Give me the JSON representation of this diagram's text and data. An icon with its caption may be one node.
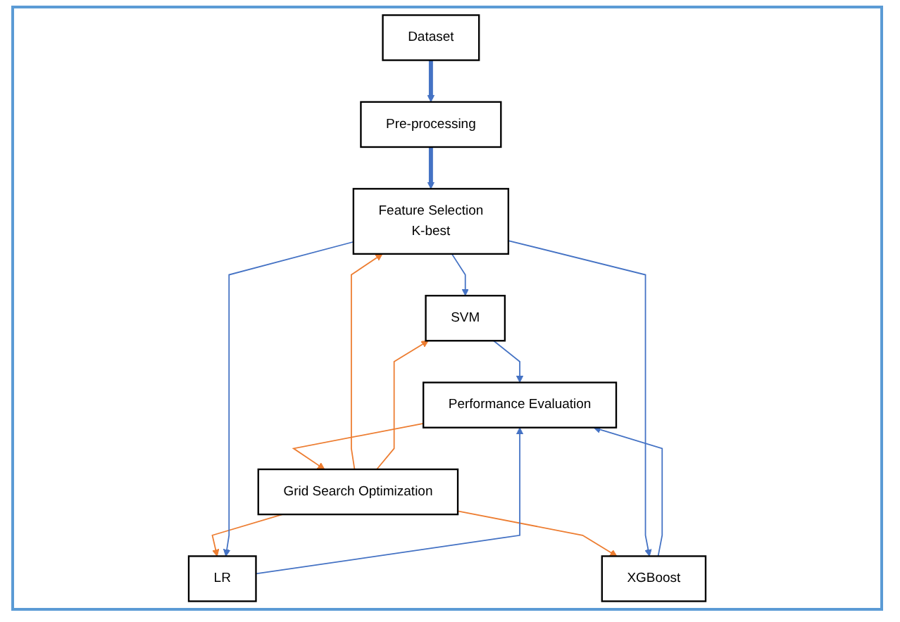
{
  "diagram": {
    "nodes": [
      {
        "text": [
          "Dataset"
        ]
      },
      {
        "text": [
          "Pre-processing"
        ]
      },
      {
        "text": [
          "Grid Search Optimization"
        ]
      },
      {
        "text": [
          "Feature Selection",
          "K-best"
        ]
      },
      {
        "text": [
          "SVM"
        ]
      },
      {
        "text": [
          "LR"
        ]
      },
      {
        "text": [
          "XGBoost"
        ]
      },
      {
        "text": [
          "Performance Evaluation"
        ]
      }
    ],
    "edges": [
      {
        "from": 0,
        "to": 1,
        "arrow": "to",
        "style": "thick"
      },
      {
        "from": 1,
        "to": 3,
        "arrow": "to",
        "style": "thick"
      },
      {
        "from": 2,
        "to": 3,
        "arrow": "to",
        "color": "#ed7d31"
      },
      {
        "from": 2,
        "to": 4,
        "arrow": "to",
        "color": "#ed7d31"
      },
      {
        "from": 2,
        "to": 5,
        "arrow": "to",
        "color": "#ed7d31"
      },
      {
        "from": 2,
        "to": 6,
        "arrow": "to",
        "color": "#ed7d31"
      },
      {
        "from": 3,
        "to": 4,
        "arrow": "to"
      },
      {
        "from": 3,
        "to": 5,
        "arrow": "to"
      },
      {
        "from": 3,
        "to": 6,
        "arrow": "to"
      },
      {
        "from": 4,
        "to": 7,
        "arrow": "to"
      },
      {
        "from": 5,
        "to": 7,
        "arrow": "to"
      },
      {
        "from": 6,
        "to": 7,
        "arrow": "to"
      },
      {
        "from": 7,
        "to": 2,
        "arrow": "to",
        "color": "#ed7d31"
      }
    ]
  }
}
